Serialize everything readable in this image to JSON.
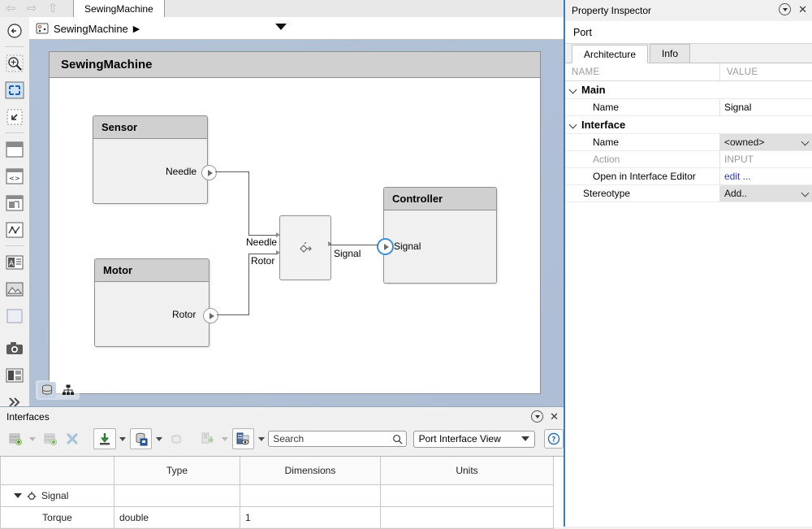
{
  "window": {
    "tab_label": "SewingMachine",
    "nav_back": "back-arrow",
    "nav_forward": "forward-arrow",
    "nav_up": "up-arrow",
    "keyboard_icon": "keyboard-icon"
  },
  "breadcrumb": {
    "model": "SewingMachine",
    "separator": "▶",
    "icon": "model-icon"
  },
  "left_toolbar": {
    "items": [
      {
        "name": "back-navigate-icon"
      },
      {
        "name": "zoom-icon"
      },
      {
        "name": "fit-to-view-icon"
      },
      {
        "name": "zoom-region-icon"
      },
      {
        "name": "window-layout-icon"
      },
      {
        "name": "code-view-icon"
      },
      {
        "name": "copy-view-icon"
      },
      {
        "name": "signal-plot-icon"
      },
      {
        "name": "annotation-icon"
      },
      {
        "name": "image-icon"
      },
      {
        "name": "area-icon"
      },
      {
        "name": "camera-icon"
      },
      {
        "name": "report-icon"
      },
      {
        "name": "more-chevrons-icon"
      }
    ]
  },
  "canvas": {
    "system_title": "SewingMachine",
    "components": [
      {
        "name": "Sensor",
        "ports": [
          {
            "label": "Needle"
          }
        ]
      },
      {
        "name": "Motor",
        "ports": [
          {
            "label": "Rotor"
          }
        ]
      },
      {
        "name": "Controller",
        "ports": [
          {
            "label": "Signal",
            "selected": true
          }
        ]
      }
    ],
    "junction": {
      "icon": "merge-icon",
      "in_ports": [
        "Needle",
        "Rotor"
      ],
      "out_ports": [
        "Signal"
      ]
    },
    "bottom_buttons": [
      {
        "name": "data-stack-icon"
      },
      {
        "name": "hierarchy-tree-icon"
      }
    ],
    "selection_color": "#3c8dde"
  },
  "interfaces_panel": {
    "title": "Interfaces",
    "collapse_icon": "chevron-circle-icon",
    "close_icon": "close-icon",
    "toolbar": [
      {
        "name": "new-interface-icon",
        "enabled": false
      },
      {
        "name": "new-interface-caret",
        "enabled": false
      },
      {
        "name": "add-element-icon",
        "enabled": false
      },
      {
        "name": "delete-icon",
        "enabled": false
      },
      {
        "name": "import-icon",
        "enabled": true
      },
      {
        "name": "import-caret",
        "enabled": true
      },
      {
        "name": "save-dictionary-icon",
        "enabled": true
      },
      {
        "name": "save-caret",
        "enabled": true
      },
      {
        "name": "link-dictionary-icon",
        "enabled": false
      },
      {
        "name": "assign-icon",
        "enabled": false
      },
      {
        "name": "assign-caret",
        "enabled": false
      },
      {
        "name": "view-filter-icon",
        "enabled": true
      },
      {
        "name": "view-filter-caret",
        "enabled": true
      }
    ],
    "search": {
      "placeholder": "Search",
      "value": "",
      "icon": "search-icon"
    },
    "view_select": {
      "value": "Port Interface View"
    },
    "help": {
      "label": "?"
    },
    "table": {
      "columns": [
        "",
        "Type",
        "Dimensions",
        "Units"
      ],
      "rows": [
        {
          "name": "Signal",
          "type": "",
          "dimensions": "",
          "units": "",
          "level": 0,
          "expanded": true,
          "icon": "interface-icon"
        },
        {
          "name": "Torque",
          "type": "double",
          "dimensions": "1",
          "units": "",
          "level": 1
        }
      ]
    }
  },
  "property_inspector": {
    "title": "Property Inspector",
    "collapse_icon": "chevron-circle-icon",
    "close_icon": "close-icon",
    "object_type": "Port",
    "tabs": [
      {
        "label": "Architecture",
        "active": true
      },
      {
        "label": "Info",
        "active": false
      }
    ],
    "header": {
      "name_col": "NAME",
      "value_col": "VALUE"
    },
    "groups": [
      {
        "label": "Main",
        "expanded": true,
        "rows": [
          {
            "name": "Name",
            "value": "Signal",
            "kind": "text",
            "indent": 1
          }
        ]
      },
      {
        "label": "Interface",
        "expanded": true,
        "rows": [
          {
            "name": "Name",
            "value": "<owned>",
            "kind": "combo",
            "indent": 1
          },
          {
            "name": "Action",
            "value": "INPUT",
            "kind": "disabled",
            "indent": 1
          },
          {
            "name": "Open in Interface Editor",
            "value": "edit ...",
            "kind": "link",
            "indent": 1
          },
          {
            "name": "Stereotype",
            "value": "Add..",
            "kind": "combo",
            "indent": 0
          }
        ]
      }
    ]
  }
}
